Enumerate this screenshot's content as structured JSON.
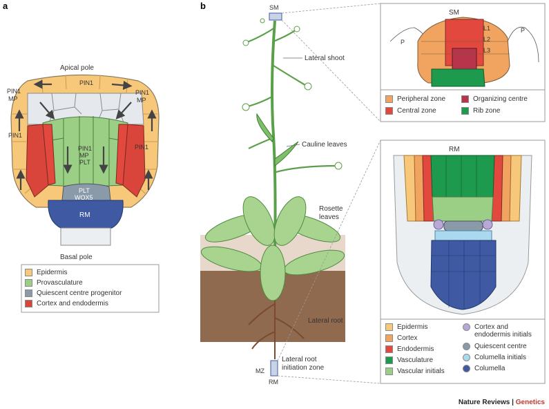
{
  "panel_a": {
    "letter": "a",
    "apical_pole": "Apical pole",
    "basal_pole": "Basal pole",
    "pin1_top": "PIN1",
    "pin1_left": "PIN1",
    "pin1_right": "PIN1",
    "pin1_mp_left": [
      "PIN1",
      "MP"
    ],
    "pin1_mp_right": [
      "PIN1",
      "MP"
    ],
    "center_labels": [
      "PIN1",
      "MP",
      "PLT"
    ],
    "qc_labels": [
      "PLT",
      "WOX5"
    ],
    "rm": "RM",
    "legend": [
      {
        "label": "Epidermis",
        "color": "#f7c77a"
      },
      {
        "label": "Provasculature",
        "color": "#9bcf86"
      },
      {
        "label": "Quiescent centre progenitor",
        "color": "#8b9aa8"
      },
      {
        "label": "Cortex and endodermis",
        "color": "#d9453a"
      }
    ]
  },
  "panel_b": {
    "letter": "b",
    "sm": "SM",
    "lateral_shoot": "Lateral shoot",
    "cauline_leaves": "Cauline leaves",
    "rosette_leaves": [
      "Rosette",
      "leaves"
    ],
    "lateral_root": "Lateral root",
    "lateral_root_init": [
      "Lateral root",
      "initiation zone"
    ],
    "mz": "MZ",
    "rm": "RM"
  },
  "sm_inset": {
    "title": "SM",
    "p_left": "P",
    "p_right": "P",
    "layers": [
      "L1",
      "L2",
      "L3"
    ],
    "legend": [
      {
        "label": "Peripheral zone",
        "color": "#f0a460"
      },
      {
        "label": "Organizing centre",
        "color": "#b8344a"
      },
      {
        "label": "Central zone",
        "color": "#e2483d"
      },
      {
        "label": "Rib zone",
        "color": "#1e9a4f"
      }
    ]
  },
  "rm_inset": {
    "title": "RM",
    "legend_left": [
      {
        "label": "Epidermis",
        "color": "#f7c77a"
      },
      {
        "label": "Cortex",
        "color": "#f0a460"
      },
      {
        "label": "Endodermis",
        "color": "#e2483d"
      },
      {
        "label": "Vasculature",
        "color": "#1e9a4f"
      },
      {
        "label": "Vascular initials",
        "color": "#9bcf86"
      }
    ],
    "legend_right": [
      {
        "label": "Cortex and endodermis initials",
        "color": "#b7a8d6",
        "lines": [
          "Cortex and",
          "endodermis initials"
        ]
      },
      {
        "label": "Quiescent centre",
        "color": "#8b9aa8"
      },
      {
        "label": "Columella initials",
        "color": "#a9d8ef"
      },
      {
        "label": "Columella",
        "color": "#3f5aa3"
      }
    ]
  },
  "footer": {
    "journal": "Nature Reviews",
    "separator": "|",
    "section": "Genetics"
  }
}
